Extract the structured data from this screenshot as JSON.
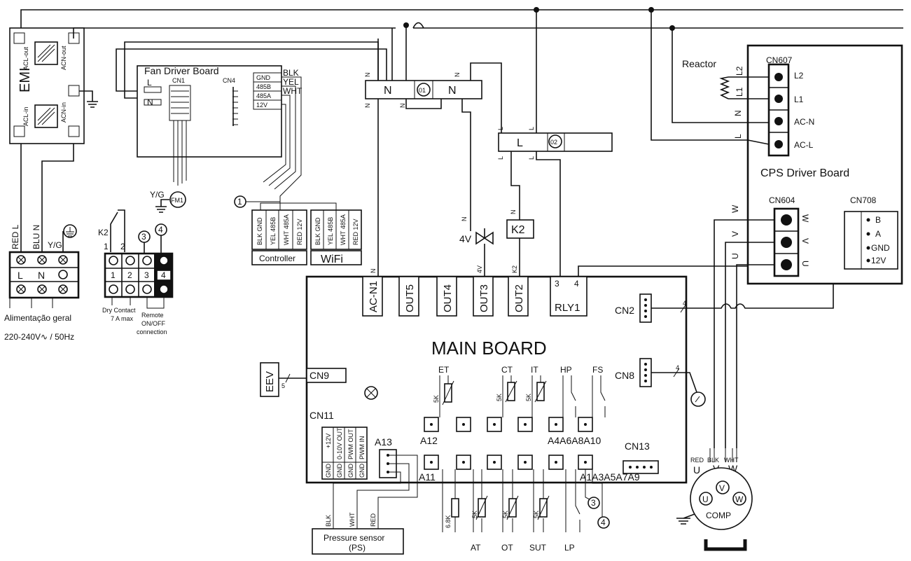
{
  "emi": {
    "title": "EMI",
    "acl_out": "ACL-out",
    "acn_out": "ACN-out",
    "acl_in": "ACL-in",
    "acn_in": "ACN-in"
  },
  "fan_board": {
    "title": "Fan Driver Board",
    "cn1": "CN1",
    "cn4": "CN4",
    "l": "L",
    "n": "N",
    "pins": [
      "GND",
      "485B",
      "485A",
      "12V"
    ],
    "wires": [
      "BLK",
      "YEL",
      "WHT"
    ],
    "yg": "Y/G",
    "motor": "FM1"
  },
  "power_terminal": {
    "wires": [
      "RED L",
      "BLU N",
      "Y/G"
    ],
    "labels": [
      "L",
      "N"
    ],
    "caption1": "Alimentação geral",
    "caption2": "220-240V∿ / 50Hz"
  },
  "dry_contact": {
    "k2": "K2",
    "pins": [
      "1",
      "2",
      "3",
      "4"
    ],
    "top": [
      "1",
      "2"
    ],
    "markers": [
      "3",
      "4"
    ],
    "caption1": "Dry Contact",
    "caption2": "7 A max",
    "caption3": "Remote",
    "caption4": "ON/OFF",
    "caption5": "connection"
  },
  "controller": {
    "label": "Controller",
    "pins": [
      "BLK GND",
      "YEL 485B",
      "WHT 485A",
      "RED 12V"
    ]
  },
  "wifi": {
    "label": "WiFi",
    "pins": [
      "BLK GND",
      "YEL 485B",
      "WHT 485A",
      "RED 12V"
    ]
  },
  "marker1": "1",
  "filter1": {
    "n1": "N",
    "n2": "N",
    "badge": "01",
    "ntop": [
      "N",
      "N"
    ],
    "nbot": [
      "N",
      "N"
    ]
  },
  "filter2": {
    "l": "L",
    "badge": "02",
    "ltop": [
      "L",
      "L"
    ],
    "lbot": [
      "L",
      "L"
    ]
  },
  "valve": {
    "label": "4V",
    "n": "N"
  },
  "k2relay": {
    "label": "K2",
    "n": "N"
  },
  "cps": {
    "title": "CPS Driver Board",
    "reactor": "Reactor",
    "cn607": "CN607",
    "cn604": "CN604",
    "cn708": "CN708",
    "cn607_pins": [
      "L2",
      "L1",
      "AC-N",
      "AC-L"
    ],
    "cn607_side": [
      "L2",
      "L1",
      "N",
      "L"
    ],
    "cn604_pins": [
      "W",
      "V",
      "U"
    ],
    "cn604_side": [
      "W",
      "V",
      "U"
    ],
    "cn708_pins": [
      "B",
      "A",
      "GND",
      "12V"
    ]
  },
  "main": {
    "title": "MAIN BOARD",
    "top_conn": [
      "AC-N1",
      "OUT5",
      "OUT4",
      "OUT3",
      "OUT2",
      "RLY1"
    ],
    "top_wire": [
      "N",
      "4V",
      "K2",
      "3",
      "4"
    ],
    "cn2": "CN2",
    "cn8": "CN8",
    "cn9": "CN9",
    "cn11": "CN11",
    "cn13": "CN13",
    "eev": "EEV",
    "eev_n": "5",
    "a13": "A13",
    "a12": "A12",
    "a11": "A11",
    "a4": "A4A6A8A10",
    "a1": "A1A3A5A7A9",
    "sensors_top": [
      "ET",
      "CT",
      "IT",
      "HP",
      "FS"
    ],
    "sensor_res": [
      "5K",
      "5K",
      "5K"
    ],
    "sensors_bot": [
      "AT",
      "OT",
      "SUT",
      "LP"
    ],
    "bot_res": [
      "6.8K",
      "5K",
      "5K",
      "5K"
    ],
    "cn11_pins": [
      "+12V",
      "0-10V OUT",
      "PWM OUT",
      "PWM IN",
      "GND",
      "GND",
      "GND",
      "GND"
    ],
    "bus4": "4"
  },
  "pressure": {
    "label1": "Pressure sensor",
    "label2": "(PS)",
    "wires": [
      "BLK",
      "WHT",
      "RED"
    ]
  },
  "comp": {
    "label": "COMP",
    "u": "U",
    "v": "V",
    "w": "W",
    "wires": [
      "RED",
      "BLK",
      "WHT"
    ],
    "markers": [
      "3",
      "4"
    ]
  }
}
